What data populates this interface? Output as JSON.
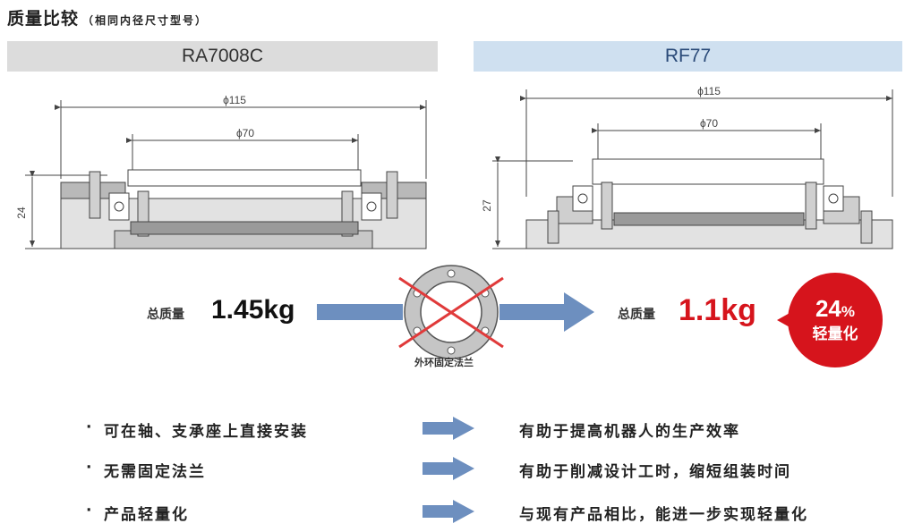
{
  "header": {
    "title": "质量比较",
    "subtitle": "（相同内径尺寸型号）"
  },
  "models": {
    "left": {
      "name": "RA7008C",
      "outer_dim": "ϕ115",
      "inner_dim": "ϕ70",
      "height_dim": "24"
    },
    "right": {
      "name": "RF77",
      "outer_dim": "ϕ115",
      "inner_dim": "ϕ70",
      "height_dim": "27"
    }
  },
  "mass": {
    "label": "总质量",
    "left_value": "1.45kg",
    "right_value": "1.1kg",
    "flange_caption": "外环固定法兰",
    "reduction_percent": "24",
    "percent_sign": "%",
    "reduction_text": "轻量化"
  },
  "benefits": [
    {
      "bullet": "·",
      "feature": "可在轴、支承座上直接安装",
      "result": "有助于提高机器人的生产效率"
    },
    {
      "bullet": "·",
      "feature": "无需固定法兰",
      "result": "有助于削减设计工时，缩短组装时间"
    },
    {
      "bullet": "·",
      "feature": "产品轻量化",
      "result": "与现有产品相比，能进一步实现轻量化"
    }
  ],
  "colors": {
    "accent_red": "#d6141c",
    "arrow_blue": "#6d8fbf",
    "left_bar": "#dcdcdc",
    "right_bar": "#cfe0f0"
  }
}
